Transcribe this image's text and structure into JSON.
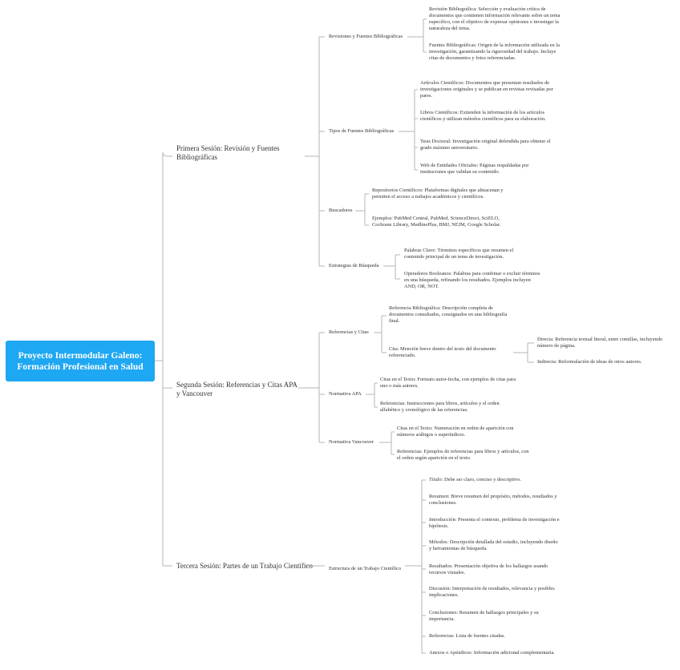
{
  "root": {
    "line1": "Proyecto Intermodular Galeno:",
    "line2": "Formación Profesional en Salud"
  },
  "sessions": [
    {
      "label": "Primera Sesión: Revisión y Fuentes Bibliográficas",
      "topics": [
        {
          "label": "Revisiones y Fuentes Bibliográficas",
          "items": [
            "Revisión Bibliográfica: Selección y evaluación crítica de documentos que contienen información relevante sobre un tema específico, con el objetivo de expresar opiniones e investigar la naturaleza del tema.",
            "Fuentes Bibliográficas: Origen de la información utilizada en la investigación, garantizando la rigurosidad del trabajo. Incluye citas de documentos y fotos referenciadas."
          ]
        },
        {
          "label": "Tipos de Fuentes Bibliográficas",
          "items": [
            "Artículos Científicos: Documentos que presentan resultados de investigaciones originales y se publican en revistas revisadas por pares.",
            "Libros Científicos: Extienden la información de los artículos científicos y utilizan métodos científicos para su elaboración.",
            "Tesis Doctoral: Investigación original defendida para obtener el grado máximo universitario.",
            "Web de Entidades Oficiales: Páginas respaldadas por instituciones que validan su contenido."
          ]
        },
        {
          "label": "Buscadores",
          "items": [
            "Repositorios Científicos: Plataformas digitales que almacenan y permiten el acceso a trabajos académicos y científicos.",
            "Ejemplos: PubMed Central, PubMed, ScienceDirect, SciELO, Cochrane Library, MedlinePlus, BMJ, NEJM, Google Scholar."
          ]
        },
        {
          "label": "Estrategias de Búsqueda",
          "items": [
            "Palabras Clave: Términos específicos que resumen el contenido principal de un tema de investigación.",
            "Operadores Booleanos: Palabras para combinar o excluir términos en una búsqueda, refinando los resultados. Ejemplos incluyen AND, OR, NOT."
          ]
        }
      ]
    },
    {
      "label": "Segunda Sesión: Referencias y Citas APA y Vancouver",
      "topics": [
        {
          "label": "Referencias y Citas",
          "items": [
            "Referencia Bibliográfica: Descripción completa de documentos consultados, consignados en una bibliografía final.",
            "Cita: Mención breve dentro del texto del documento referenciado."
          ],
          "cita_items": [
            "Directa: Referencia textual literal, entre comillas, incluyendo número de página.",
            "Indirecta: Reformulación de ideas de otros autores."
          ]
        },
        {
          "label": "Normativa APA",
          "items": [
            "Citas en el Texto: Formato autor-fecha, con ejemplos de citas para uno o más autores.",
            "Referencias: Instrucciones para libros, artículos y el orden alfabético y cronológico de las referencias."
          ]
        },
        {
          "label": "Normativa Vancouver",
          "items": [
            "Citas en el Texto: Numeración en orden de aparición con números arábigos o superíndices.",
            "Referencias: Ejemplos de referencias para libros y artículos, con el orden según aparición en el texto."
          ]
        }
      ]
    },
    {
      "label": "Tercera Sesión: Partes de un Trabajo Científico",
      "topics": [
        {
          "label": "Estructura de un Trabajo Científico",
          "items": [
            "Título: Debe ser claro, conciso y descriptivo.",
            "Resumen: Breve resumen del propósito, métodos, resultados y conclusiones.",
            "Introducción: Presenta el contexto, problema de investigación e hipótesis.",
            "Métodos: Descripción detallada del estudio, incluyendo diseño y herramientas de búsqueda.",
            "Resultados: Presentación objetiva de los hallazgos usando recursos visuales.",
            "Discusión: Interpretación de resultados, relevancia y posibles implicaciones.",
            "Conclusiones: Resumen de hallazgos principales y su importancia.",
            "Referencias: Lista de fuentes citadas.",
            "Anexos o Apéndices: Información adicional complementaria."
          ]
        }
      ]
    }
  ]
}
